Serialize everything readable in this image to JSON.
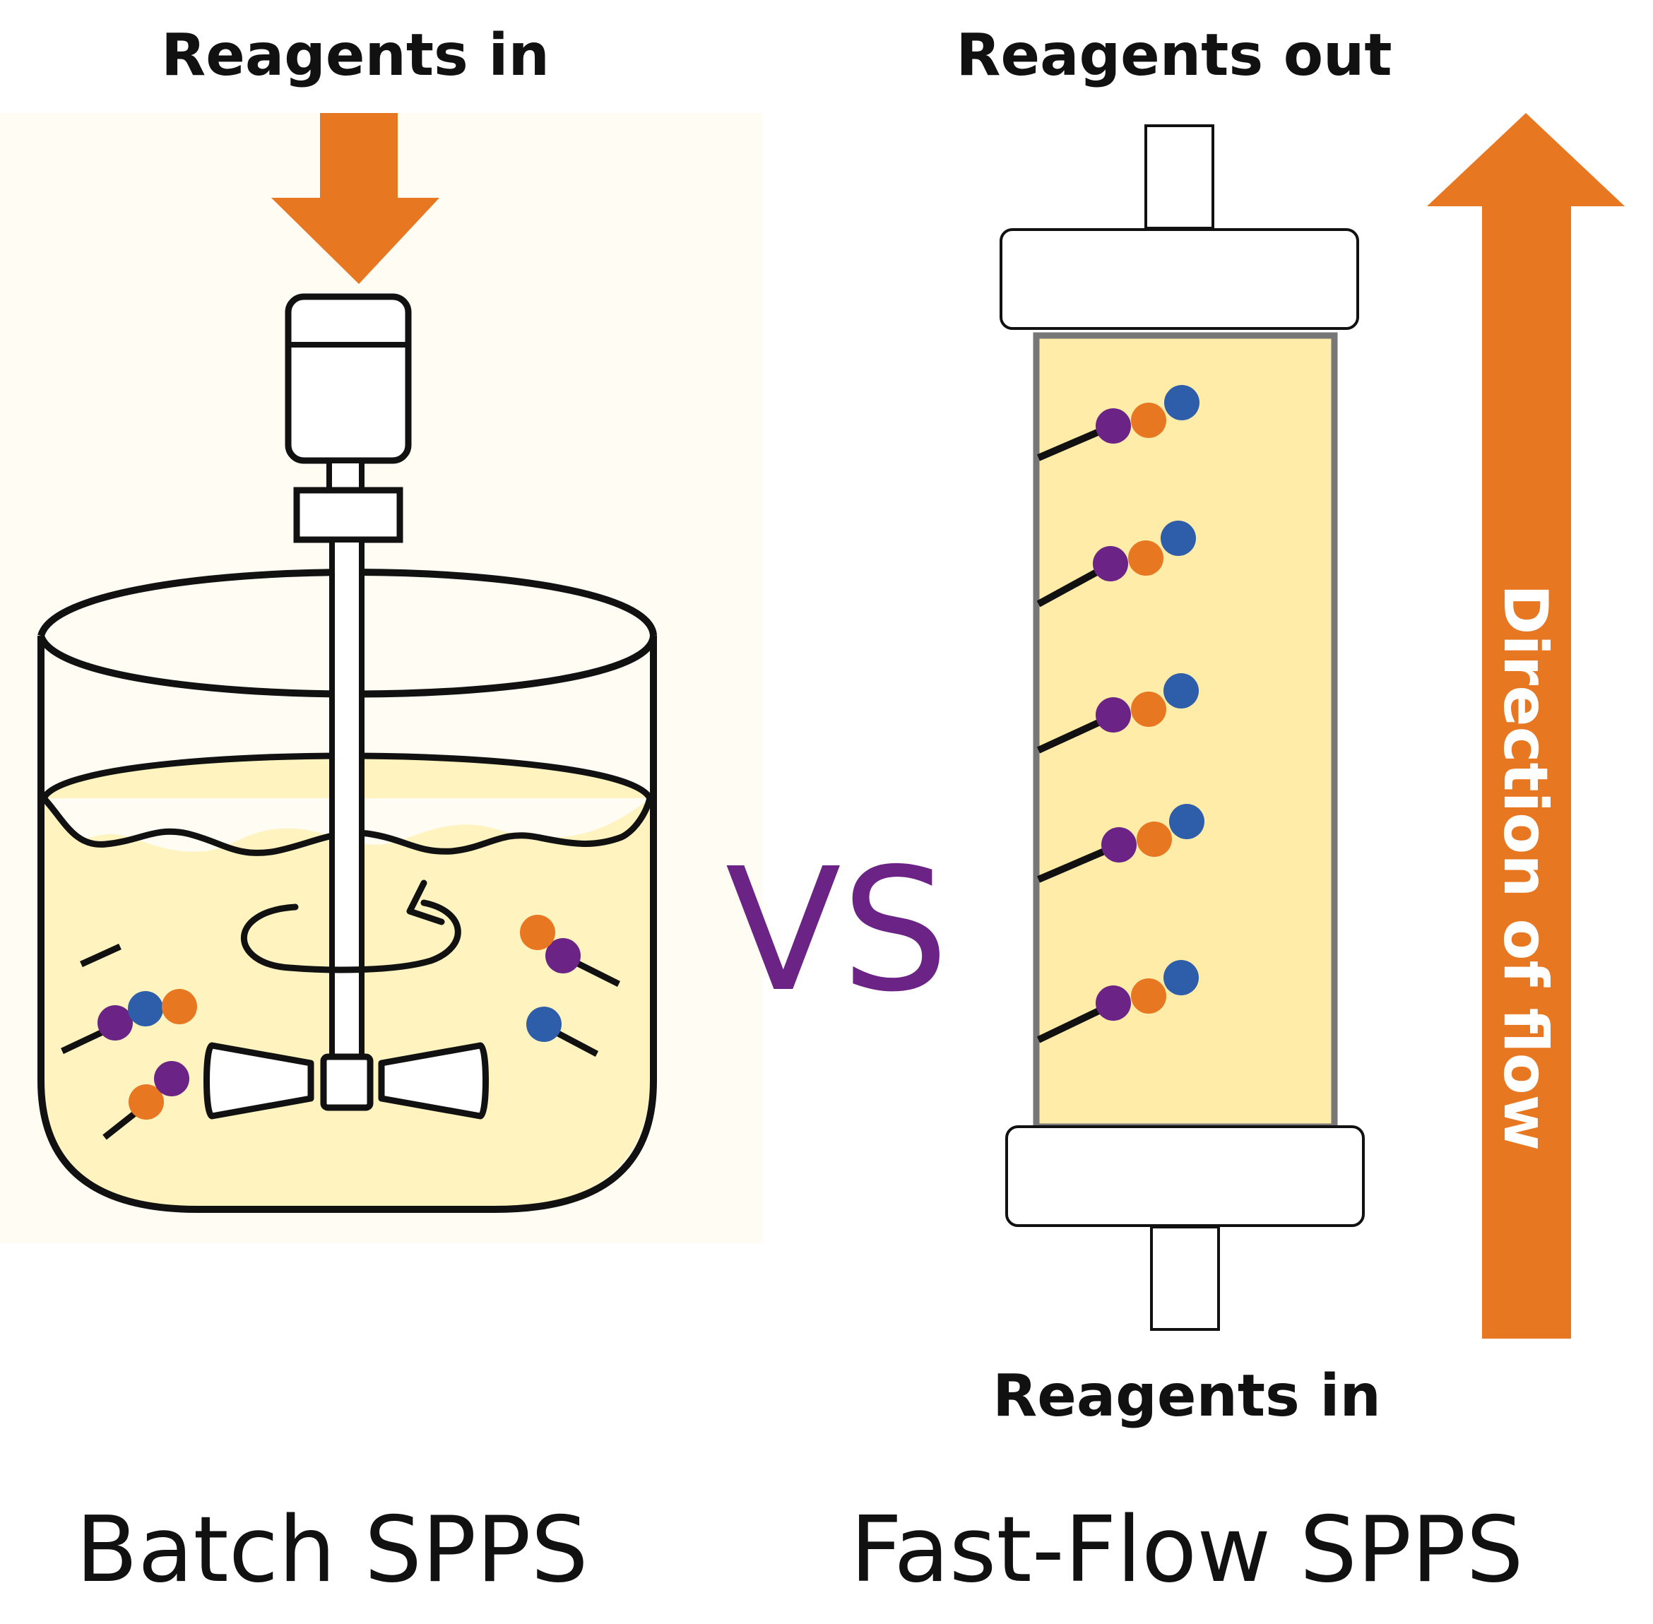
{
  "batch": {
    "reagents_in_label": "Reagents in",
    "title": "Batch SPPS"
  },
  "vs_label": "VS",
  "flow": {
    "reagents_out_label": "Reagents out",
    "reagents_in_label": "Reagents in",
    "direction_label": "Direction of flow",
    "title": "Fast-Flow SPPS"
  },
  "icons": {
    "inlet_arrow": "down-arrow-icon",
    "stir_motion": "rotation-arrow-icon",
    "flow_direction": "up-arrow-icon",
    "peptide_chain": "bead-chain-icon"
  },
  "colors": {
    "accent_orange": "#E87722",
    "purple": "#6B2386",
    "blue": "#2E5DAA",
    "liquid": "#FFF3BF",
    "liquid_column": "#FFECA8",
    "outline": "#111111",
    "background_panel": "#FFFCF3"
  }
}
